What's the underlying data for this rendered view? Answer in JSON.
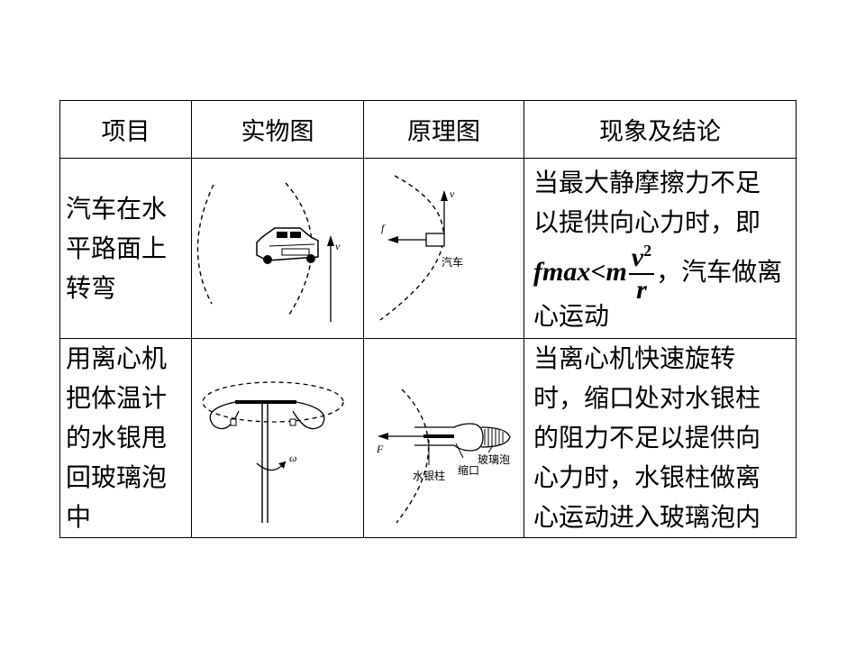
{
  "table": {
    "headers": [
      "项目",
      "实物图",
      "原理图",
      "现象及结论"
    ],
    "rows": [
      {
        "project_lines": [
          "汽车在水",
          "平路面上",
          "转弯"
        ],
        "conclusion_line1": "当最大静摩擦力不足",
        "conclusion_line2": "以提供向心力时，即",
        "formula": {
          "f": "f",
          "max": "max",
          "lt": "<",
          "m": "m",
          "num_v": "v",
          "num_exp": "2",
          "den_r": "r",
          "tail": "，汽车做离"
        },
        "conclusion_line4": "心运动",
        "real_labels": {
          "v": "v"
        },
        "principle_labels": {
          "v": "v",
          "f": "f",
          "car": "汽车"
        }
      },
      {
        "project_lines": [
          "用离心机",
          "把体温计",
          "的水银甩",
          "回玻璃泡",
          "中"
        ],
        "conclusion_lines": [
          "当离心机快速旋转",
          "时，缩口处对水银柱",
          "的阻力不足以提供向",
          "心力时，水银柱做离",
          "心运动进入玻璃泡内"
        ],
        "real_labels": {
          "omega": "ω"
        },
        "principle_labels": {
          "F": "F",
          "bulb": "玻璃泡",
          "neck": "缩口",
          "mercury": "水银柱"
        }
      }
    ]
  }
}
